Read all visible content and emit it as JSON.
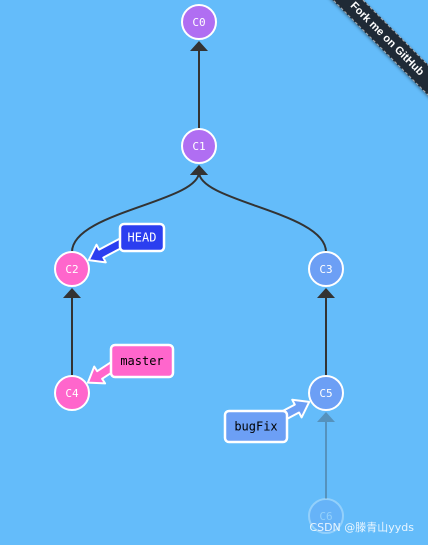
{
  "ribbon": {
    "text": "Fork me on GitHub"
  },
  "watermark": {
    "text": "CSDN @滕青山yyds"
  },
  "graph": {
    "nodes": [
      {
        "id": "C0",
        "label": "C0",
        "color": "#b06ef2",
        "opacity": 1
      },
      {
        "id": "C1",
        "label": "C1",
        "color": "#b06ef2",
        "opacity": 1
      },
      {
        "id": "C2",
        "label": "C2",
        "color": "#ff66cc",
        "opacity": 1
      },
      {
        "id": "C3",
        "label": "C3",
        "color": "#6c9ff5",
        "opacity": 1
      },
      {
        "id": "C4",
        "label": "C4",
        "color": "#ff66cc",
        "opacity": 1
      },
      {
        "id": "C5",
        "label": "C5",
        "color": "#6c9ff5",
        "opacity": 1
      },
      {
        "id": "C6",
        "label": "C6",
        "color": "#6c9ff5",
        "opacity": 0.3
      }
    ],
    "edges": [
      {
        "from": "C1",
        "to": "C0"
      },
      {
        "from": "C2",
        "to": "C1"
      },
      {
        "from": "C3",
        "to": "C1"
      },
      {
        "from": "C4",
        "to": "C2"
      },
      {
        "from": "C5",
        "to": "C3"
      },
      {
        "from": "C6",
        "to": "C5",
        "faded": true
      }
    ],
    "refs": [
      {
        "label": "HEAD",
        "target": "C2",
        "color": "#2b3ef0",
        "textColor": "#ffffff"
      },
      {
        "label": "master",
        "target": "C4",
        "color": "#ff66cc",
        "textColor": "#000000"
      },
      {
        "label": "bugFix",
        "target": "C5",
        "color": "#6c9ff5",
        "textColor": "#000000"
      }
    ]
  }
}
